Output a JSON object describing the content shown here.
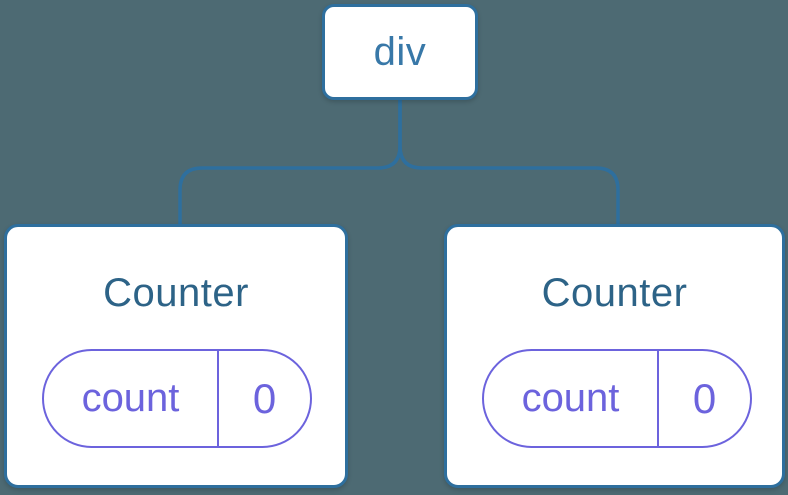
{
  "diagram": {
    "description": "React render tree diagram: a div root element with two Counter component children, each with its own count state",
    "colors": {
      "background": "#4d6a73",
      "node_border": "#2e6f9e",
      "connector": "#2e6f9e",
      "root_text": "#3878a8",
      "component_text": "#2d6387",
      "state_pill": "#6c63dd",
      "node_fill": "#ffffff"
    },
    "tree": {
      "root": {
        "label": "div"
      },
      "children": [
        {
          "label": "Counter",
          "state": {
            "key": "count",
            "value": "0"
          }
        },
        {
          "label": "Counter",
          "state": {
            "key": "count",
            "value": "0"
          }
        }
      ]
    }
  }
}
